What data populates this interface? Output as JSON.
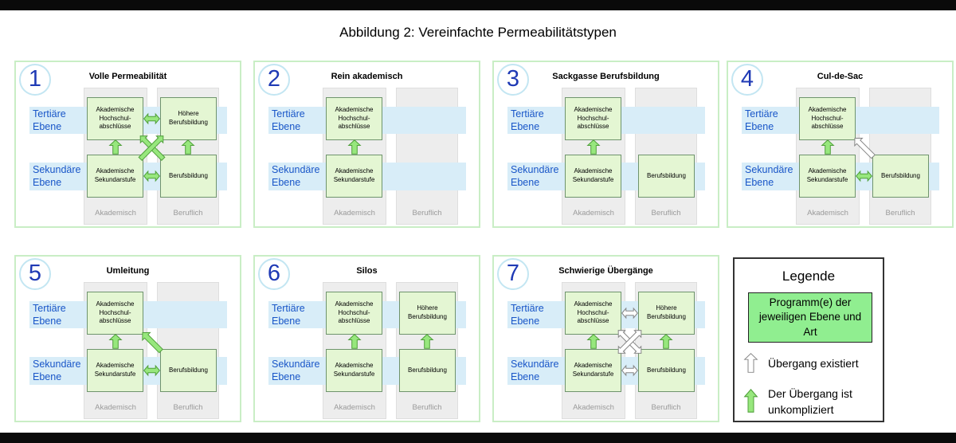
{
  "page": {
    "title": "Abbildung 2: Vereinfachte Permeabilitätstypen"
  },
  "shared": {
    "row_labels": [
      "Tertiäre Ebene",
      "Sekundäre Ebene"
    ],
    "col_labels": [
      "Akademisch",
      "Beruflich"
    ],
    "boxes": {
      "tl": "Akademische Hochschul-abschlüsse",
      "tr": "Höhere Berufsbildung",
      "bl": "Akademische Sekundarstufe",
      "br": "Berufsbildung"
    }
  },
  "panels": [
    {
      "number": "1",
      "title": "Volle Permeabilität"
    },
    {
      "number": "2",
      "title": "Rein akademisch"
    },
    {
      "number": "3",
      "title": "Sackgasse Berufsbildung"
    },
    {
      "number": "4",
      "title": "Cul-de-Sac"
    },
    {
      "number": "5",
      "title": "Umleitung"
    },
    {
      "number": "6",
      "title": "Silos"
    },
    {
      "number": "7",
      "title": "Schwierige Übergänge"
    }
  ],
  "legend": {
    "title": "Legende",
    "program_box": "Programm(e) der jeweiligen Ebene und Art",
    "items": [
      {
        "icon": "white-up-arrow",
        "label": "Übergang existiert"
      },
      {
        "icon": "green-up-arrow",
        "label": "Der Übergang ist unkompliziert"
      }
    ]
  },
  "colors": {
    "panel_border_green": "#c9eec5",
    "box_green": "#e4f6d3",
    "legend_green": "#90ee90",
    "arrow_green": "#97e77d",
    "arrow_white": "#ffffff",
    "band_blue": "#d8edf8",
    "label_blue": "#1956c8",
    "number_blue": "#1f3ab5",
    "column_gray": "#ededed",
    "frame_black": "#0a0a0a"
  }
}
